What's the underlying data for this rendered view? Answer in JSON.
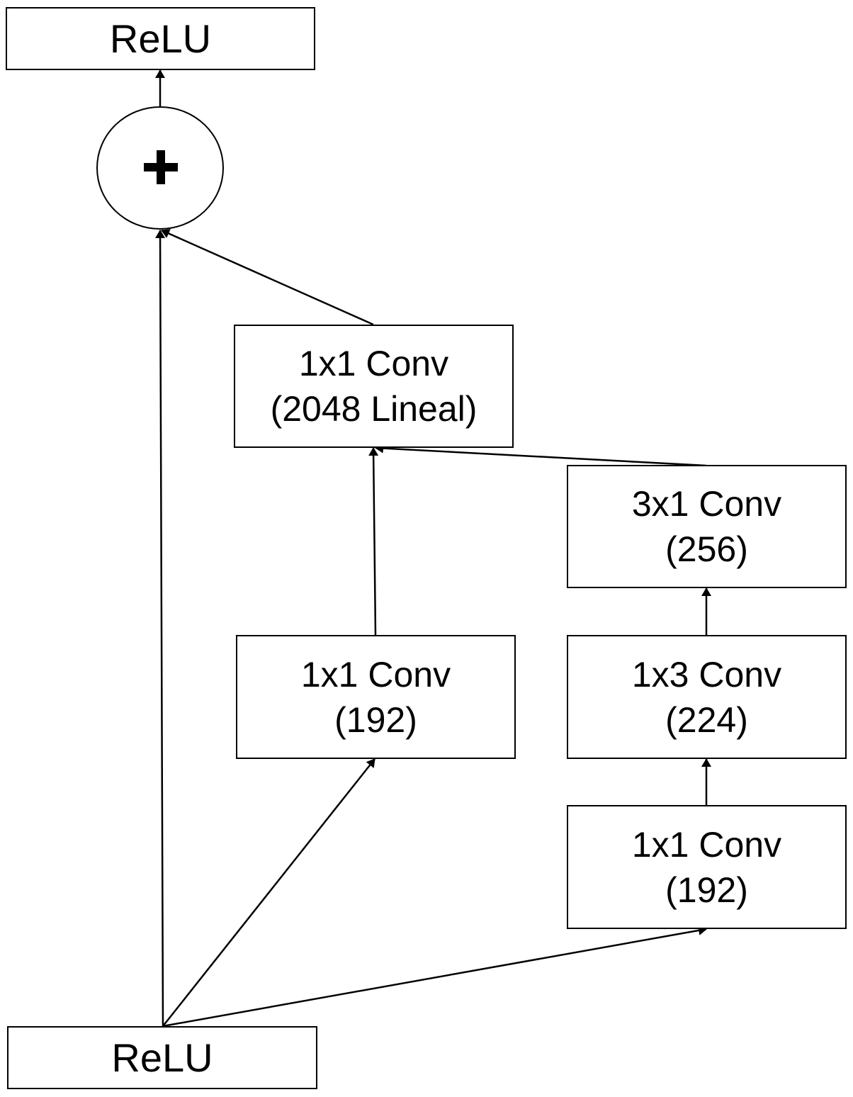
{
  "nodes": {
    "relu_top": {
      "label": "ReLU"
    },
    "relu_bottom": {
      "label": "ReLU"
    },
    "conv_linear": {
      "op": "1x1 Conv",
      "detail": "(2048 Lineal)"
    },
    "branch1_conv": {
      "op": "1x1 Conv",
      "detail": "(192)"
    },
    "branch2_conv_1x1": {
      "op": "1x1 Conv",
      "detail": "(192)"
    },
    "branch2_conv_1x3": {
      "op": "1x3 Conv",
      "detail": "(224)"
    },
    "branch2_conv_3x1": {
      "op": "3x1 Conv",
      "detail": "(256)"
    }
  },
  "add_node": {
    "symbol": "+",
    "icon": "plus-icon"
  },
  "edges": [
    {
      "from": "relu_bottom",
      "to": "add_node"
    },
    {
      "from": "relu_bottom",
      "to": "branch1_conv"
    },
    {
      "from": "relu_bottom",
      "to": "branch2_conv_1x1"
    },
    {
      "from": "branch2_conv_1x1",
      "to": "branch2_conv_1x3"
    },
    {
      "from": "branch2_conv_1x3",
      "to": "branch2_conv_3x1"
    },
    {
      "from": "branch1_conv",
      "to": "conv_linear"
    },
    {
      "from": "branch2_conv_3x1",
      "to": "conv_linear"
    },
    {
      "from": "conv_linear",
      "to": "add_node"
    },
    {
      "from": "add_node",
      "to": "relu_top"
    }
  ],
  "colors": {
    "stroke": "#000000",
    "fill": "#ffffff"
  }
}
